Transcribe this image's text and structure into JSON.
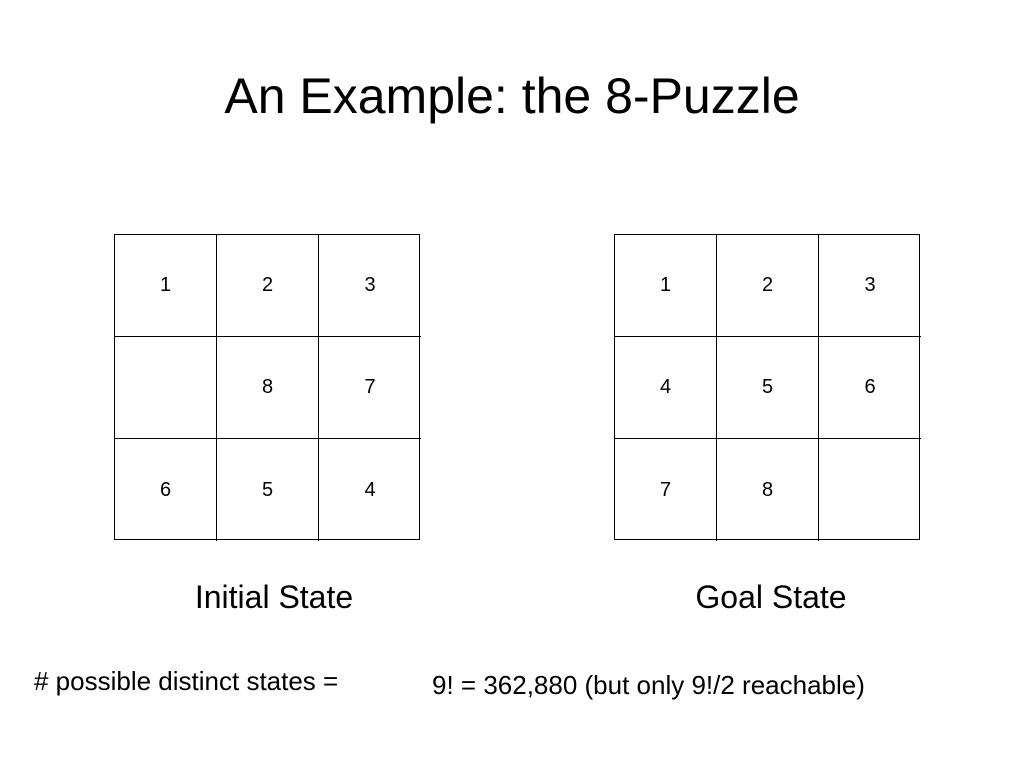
{
  "title": "An Example: the 8-Puzzle",
  "initial_state": {
    "caption": "Initial State",
    "tiles": [
      "1",
      "2",
      "3",
      "",
      "8",
      "7",
      "6",
      "5",
      "4"
    ]
  },
  "goal_state": {
    "caption": "Goal State",
    "tiles": [
      "1",
      "2",
      "3",
      "4",
      "5",
      "6",
      "7",
      "8",
      ""
    ]
  },
  "states": {
    "label": "# possible distinct states =",
    "value": "9! = 362,880 (but only 9!/2 reachable)"
  }
}
